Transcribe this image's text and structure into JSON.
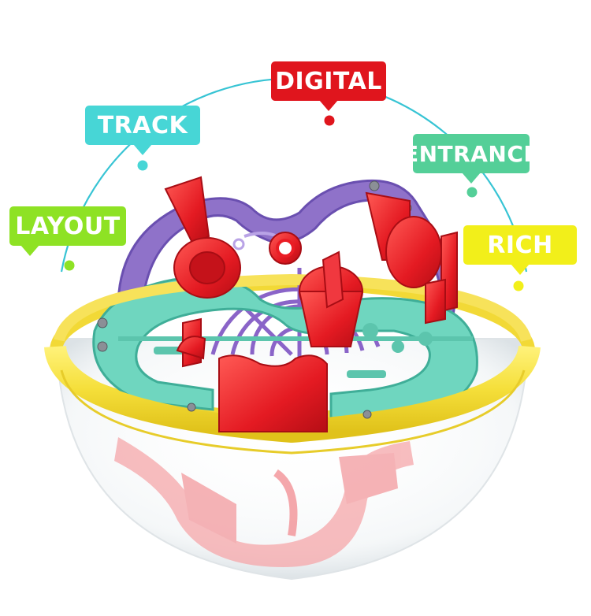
{
  "labels": {
    "digital": {
      "text": "DIGITAL",
      "bg": "#e0151d",
      "fg": "#ffffff"
    },
    "track": {
      "text": "TRACK",
      "bg": "#47d6d6",
      "fg": "#ffffff"
    },
    "entrance": {
      "text": "ENTRANCE",
      "bg": "#54cf98",
      "fg": "#ffffff"
    },
    "layout": {
      "text": "LAYOUT",
      "bg": "#8ee224",
      "fg": "#ffffff"
    },
    "rich": {
      "text": "RICH",
      "bg": "#f2ef1a",
      "fg": "#ffffff"
    }
  },
  "colors": {
    "arc": "#37c4d4",
    "rim": "#f5df3a",
    "purple_track": "#8f72c9",
    "teal_base": "#6fd6bf",
    "red_parts": "#ea1d25",
    "pink_reflection": "#f6a7aa"
  },
  "image": {
    "subject": "3D maze ball toy",
    "icon": "maze-ball-icon"
  }
}
